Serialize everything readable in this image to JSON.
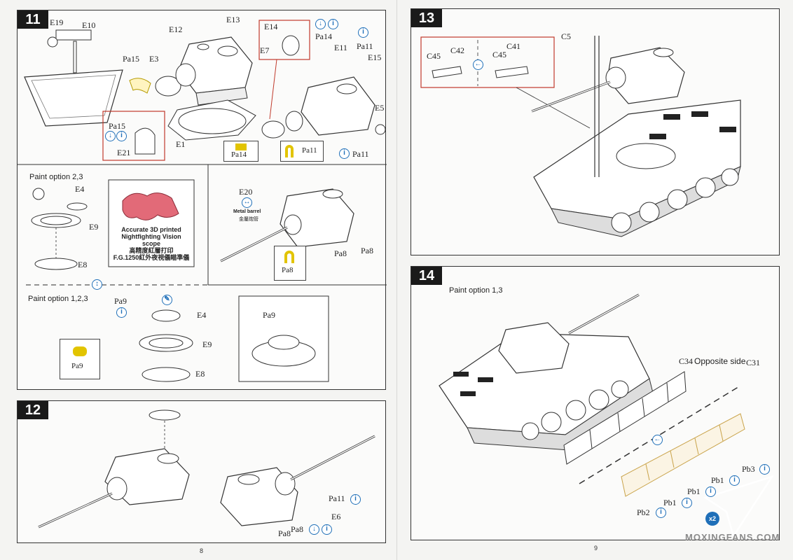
{
  "page_numbers": {
    "left": "8",
    "right": "9"
  },
  "watermark": "MOXINGFANS.COM",
  "step11": {
    "number": "11",
    "labels": {
      "e19": "E19",
      "e10": "E10",
      "e12": "E12",
      "e13": "E13",
      "e14": "E14",
      "e7": "E7",
      "pa14": "Pa14",
      "e11": "E11",
      "pa11_top": "Pa11",
      "e15": "E15",
      "pa15": "Pa15",
      "e3": "E3",
      "e5": "E5",
      "pa11_bot": "Pa11",
      "e1": "E1",
      "pa15_box": "Pa15",
      "e21": "E21"
    },
    "swatch_labels": {
      "pa14": "Pa14",
      "pa11": "Pa11"
    },
    "paint23": {
      "title": "Paint option 2,3",
      "e4": "E4",
      "e9": "E9",
      "e8": "E8"
    },
    "scope": {
      "line1": "Accurate 3D printed",
      "line2": "Nightfighting Vision",
      "line3": "scope",
      "line4": "高精度紅層打印",
      "line5": "F.G.1250紅外夜視儀瞄準儀"
    },
    "barrel": {
      "e20": "E20",
      "caption": "Metal barrel",
      "caption_cn": "金屬炮管",
      "pa8_a": "Pa8",
      "pa8_b": "Pa8",
      "swatch": "Pa8"
    },
    "paint123": {
      "title": "Paint option 1,2,3",
      "pa9": "Pa9",
      "e4": "E4",
      "e9": "E9",
      "e8": "E8",
      "swatch": "Pa9",
      "detail": "Pa9"
    }
  },
  "step12": {
    "number": "12",
    "labels": {
      "pa11": "Pa11",
      "e6": "E6",
      "pa8_a": "Pa8",
      "pa8_b": "Pa8"
    }
  },
  "step13": {
    "number": "13",
    "labels": {
      "c5": "C5",
      "c45_a": "C45",
      "c42": "C42",
      "c45_b": "C45",
      "c41": "C41"
    }
  },
  "step14": {
    "number": "14",
    "paint": "Paint option 1,3",
    "c34": "C34",
    "opposite": "Opposite side",
    "c31": "C31",
    "labels": {
      "pb3": "Pb3",
      "pb1_a": "Pb1",
      "pb1_b": "Pb1",
      "pb1_c": "Pb1",
      "pb2": "Pb2",
      "x2": "x2"
    }
  },
  "colors": {
    "gold": "#e2c400",
    "red": "#c0392b",
    "blue": "#1f6fb8",
    "ink": "#222222"
  }
}
